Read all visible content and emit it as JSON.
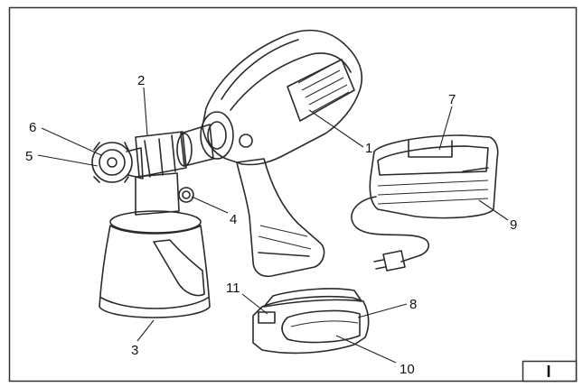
{
  "callouts": {
    "c1": "1",
    "c2": "2",
    "c3": "3",
    "c4": "4",
    "c5": "5",
    "c6": "6",
    "c7": "7",
    "c8": "8",
    "c9": "9",
    "c10": "10",
    "c11": "11"
  },
  "figure_label": "I"
}
